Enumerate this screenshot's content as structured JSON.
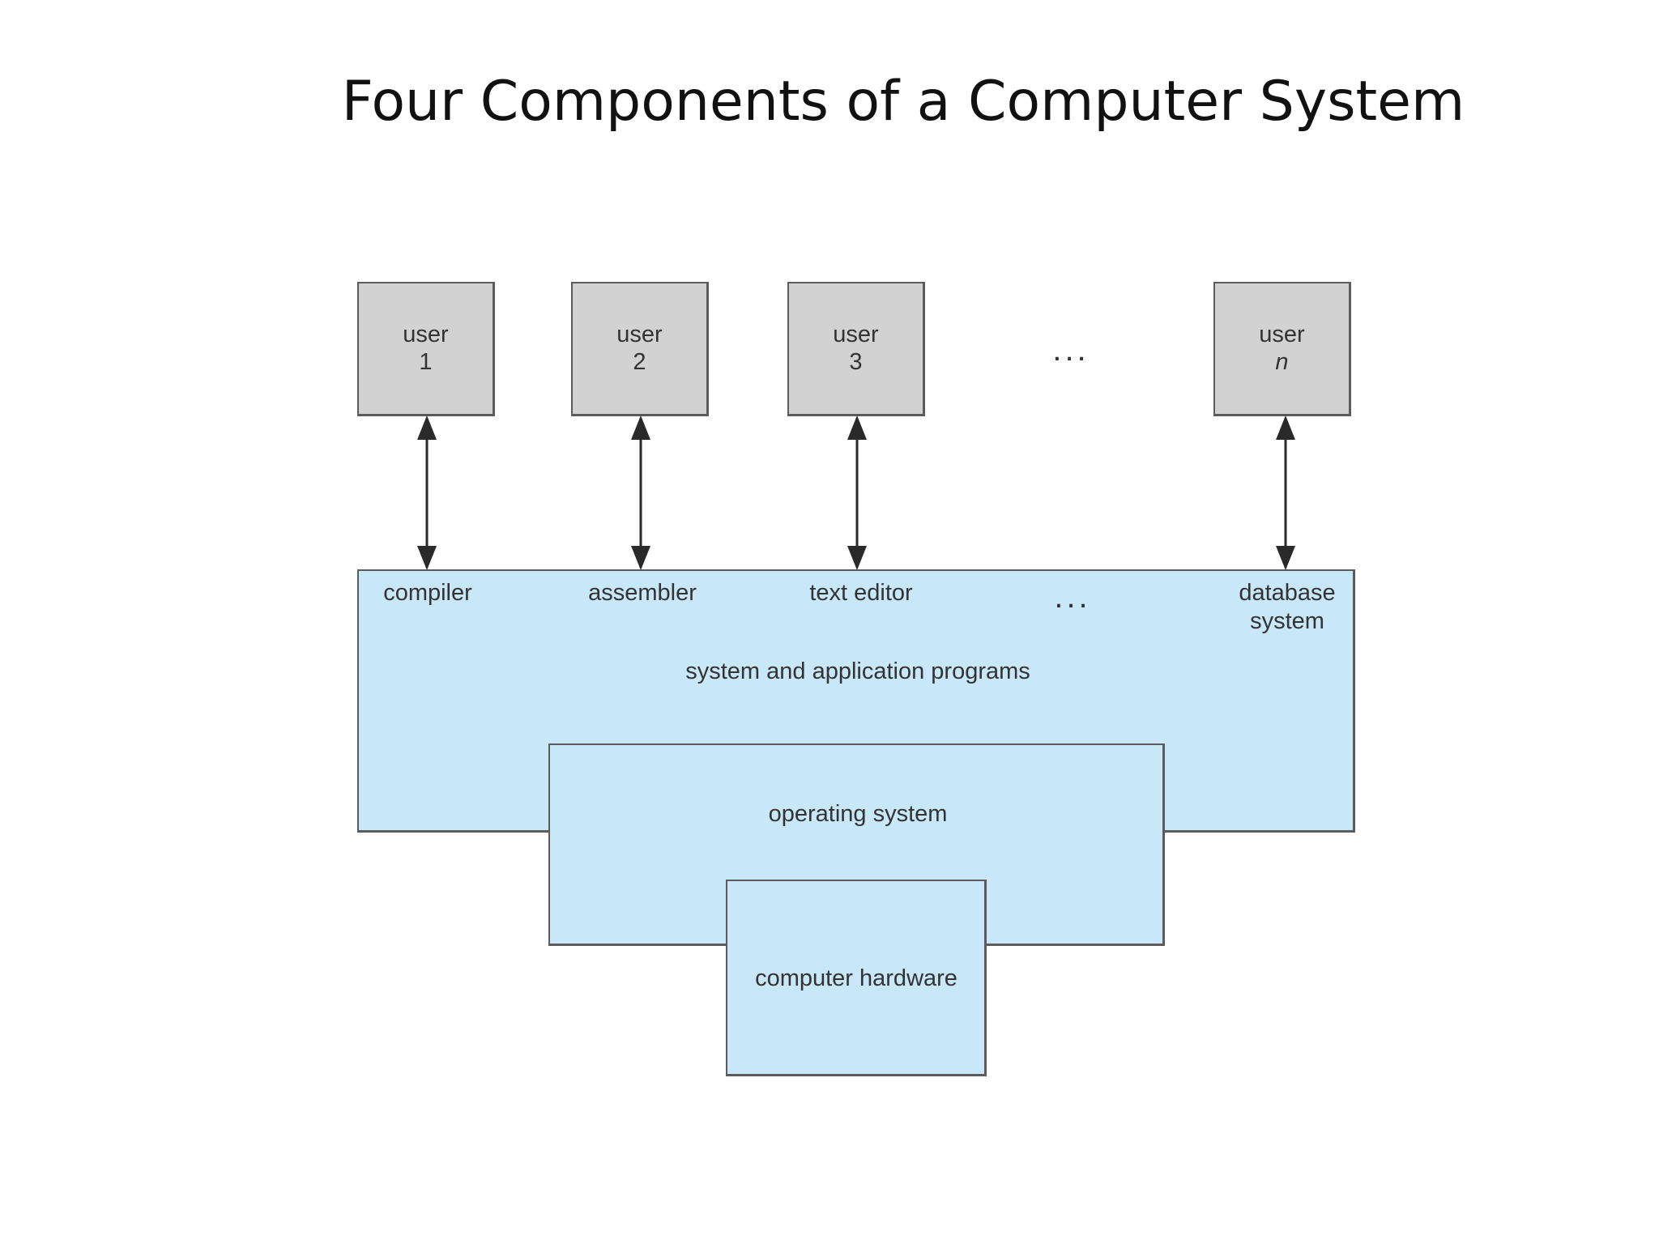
{
  "title": "Four Components of a Computer System",
  "users": [
    {
      "line1": "user",
      "line2": "1",
      "italic": false
    },
    {
      "line1": "user",
      "line2": "2",
      "italic": false
    },
    {
      "line1": "user",
      "line2": "3",
      "italic": false
    },
    {
      "line1": "user",
      "line2": "n",
      "italic": true
    }
  ],
  "ellipsis": "...",
  "programs": {
    "compiler": "compiler",
    "assembler": "assembler",
    "text_editor": "text editor",
    "database_line1": "database",
    "database_line2": "system",
    "layer_label": "system and application programs"
  },
  "os_label": "operating system",
  "hardware_label": "computer hardware",
  "colors": {
    "user_fill": "#d2d2d2",
    "layer_fill": "#c8e8f9",
    "border": "#5c5c5c"
  }
}
